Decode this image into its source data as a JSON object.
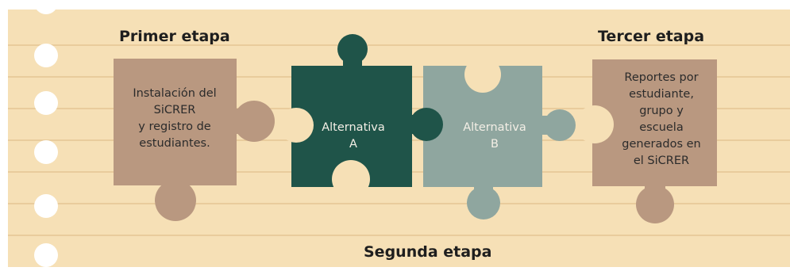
{
  "stages": {
    "first": {
      "title": "Primer etapa",
      "lines": [
        "Instalación del",
        "SiCRER",
        "y registro de",
        "estudiantes."
      ]
    },
    "second": {
      "title": "Segunda etapa"
    },
    "third": {
      "title": "Tercer etapa",
      "lines": [
        "Reportes por",
        "estudiante,",
        "grupo y",
        "escuela",
        "generados en",
        "el SiCRER"
      ]
    }
  },
  "alternatives": {
    "a": {
      "lines": [
        "Alternativa",
        "A"
      ]
    },
    "b": {
      "lines": [
        "Alternativa",
        "B"
      ]
    }
  },
  "colors": {
    "paper": "#f6e0b6",
    "paper_lines": "#e9cc9c",
    "holes": "#ffffff",
    "piece_tan": "#b99880",
    "piece_dark_green": "#1f5449",
    "piece_sage": "#8fa69f",
    "text_light": "#f4efe6",
    "text_dark": "#2b2b2b"
  }
}
